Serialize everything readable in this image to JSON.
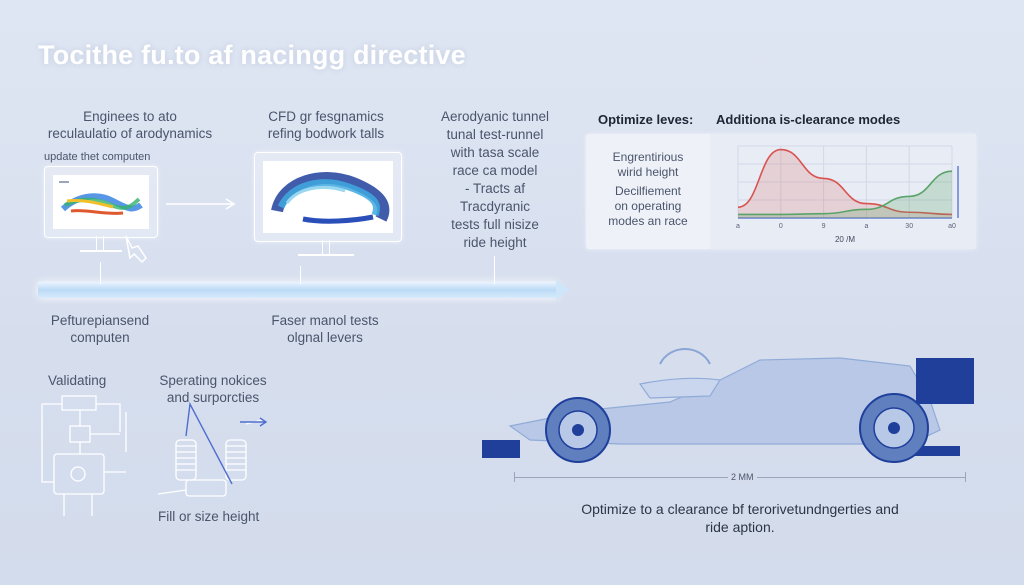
{
  "title": "Tocithe fu.to af nacingg directive",
  "steps": [
    {
      "lines": [
        "Enginees to ato",
        "reculaulatio of arodynamics"
      ],
      "sub": "update thet computen"
    },
    {
      "lines": [
        "CFD gr fesgnamics",
        "refing bodwork talls"
      ]
    },
    {
      "lines": [
        "Aerodyanic tunnel",
        "tunal test-runnel",
        "with tasa scale",
        "race ca model",
        "- Tracts af",
        "Tracdyranic",
        "tests full nisize",
        "ride height"
      ]
    }
  ],
  "timeline_labels": [
    {
      "lines": [
        "Pefturepiansend",
        "computen"
      ]
    },
    {
      "lines": [
        "Faser manol tests",
        "olgnal levers"
      ]
    }
  ],
  "bottom_left": {
    "validating": "Validating",
    "operating": [
      "Sperating nokices",
      "and surporcties"
    ],
    "fill": "Fill or size height"
  },
  "panel": {
    "header_left": "Optimize leves:",
    "header_right": "Additiona is-clearance modes",
    "text_a": [
      "Engrentirious",
      "wirid height"
    ],
    "text_b": [
      "Decilfiement",
      "on operating",
      "modes an race"
    ],
    "x_ticks": [
      "a",
      "0",
      "9",
      "a",
      "30",
      "a0"
    ],
    "x_label": "20 /M"
  },
  "car": {
    "dimension_label": "2 MM",
    "caption": [
      "Optimize to a clearance bf terorivetundngerties and",
      "ride aption."
    ]
  },
  "chart_data": {
    "type": "line",
    "series": [
      {
        "values": [
          0.15,
          0.95,
          0.55,
          0.2,
          0.08,
          0.05
        ]
      },
      {
        "values": [
          0.05,
          0.05,
          0.06,
          0.12,
          0.3,
          0.65
        ]
      }
    ],
    "grid": true
  },
  "colors": {
    "red_curve": "#d9534f",
    "green_curve": "#5aa469",
    "car_blue": "#8aa6d6",
    "car_dark": "#1f3f9b",
    "accent_blue": "#4f6ed0"
  }
}
